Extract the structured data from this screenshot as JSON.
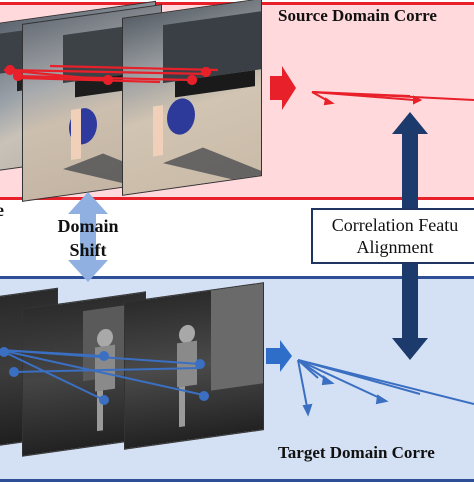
{
  "source": {
    "title": "Source Domain Corre",
    "accent": "#e8202a",
    "background": "#ffd9dc"
  },
  "target": {
    "title": "Target Domain Corre",
    "accent": "#2c4f98",
    "background": "#d4e0f3"
  },
  "domain_shift": {
    "line1": "Domain",
    "line2": "Shift",
    "arrow_color": "#8fb0e0"
  },
  "alignment_box": {
    "line1": "Correlation Featu",
    "line2": "Alignment",
    "arrow_color": "#1d3a6c"
  },
  "left_fragment": "e",
  "icons": {
    "source_arrow": "right-arrow-icon",
    "target_arrow": "right-arrow-icon",
    "shift_arrow": "double-vertical-arrow-icon",
    "alignment_arrow": "double-vertical-arrow-icon"
  }
}
